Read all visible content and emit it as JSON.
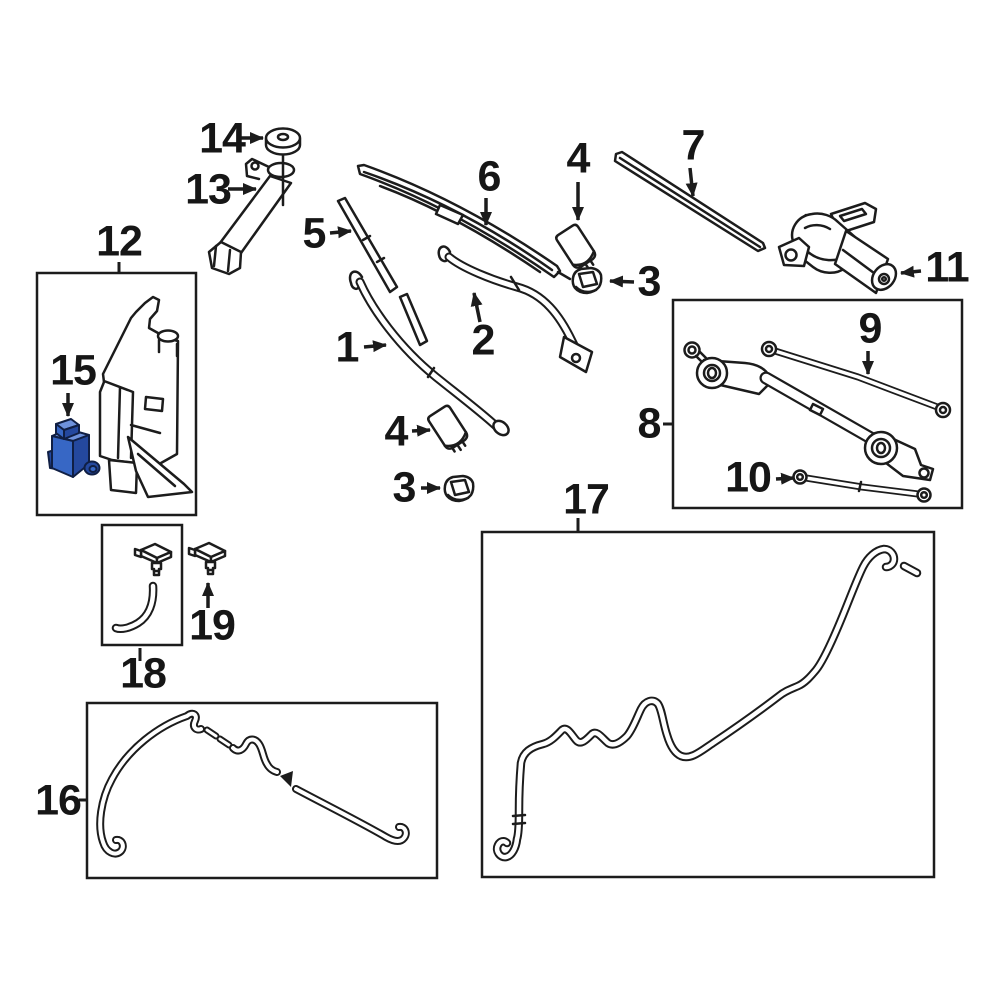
{
  "diagram": {
    "highlighted_part": "15",
    "boxed_groups": [
      "8",
      "12",
      "16",
      "17",
      "18"
    ],
    "colors": {
      "background": "#ffffff",
      "line": "#1c1c1c",
      "highlight": "#3767c5",
      "highlight_dark": "#24489e",
      "highlight_light": "#6e92dd",
      "highlight_outline": "#101f44"
    },
    "callouts": {
      "c1": {
        "label": "1"
      },
      "c2": {
        "label": "2"
      },
      "c3a": {
        "label": "3"
      },
      "c3b": {
        "label": "3"
      },
      "c4a": {
        "label": "4"
      },
      "c4b": {
        "label": "4"
      },
      "c5": {
        "label": "5"
      },
      "c6": {
        "label": "6"
      },
      "c7": {
        "label": "7"
      },
      "c8": {
        "label": "8"
      },
      "c9": {
        "label": "9"
      },
      "c10": {
        "label": "10"
      },
      "c11": {
        "label": "11"
      },
      "c12": {
        "label": "12"
      },
      "c13": {
        "label": "13"
      },
      "c14": {
        "label": "14"
      },
      "c15": {
        "label": "15"
      },
      "c16": {
        "label": "16"
      },
      "c17": {
        "label": "17"
      },
      "c18": {
        "label": "18"
      },
      "c19": {
        "label": "19"
      }
    }
  }
}
